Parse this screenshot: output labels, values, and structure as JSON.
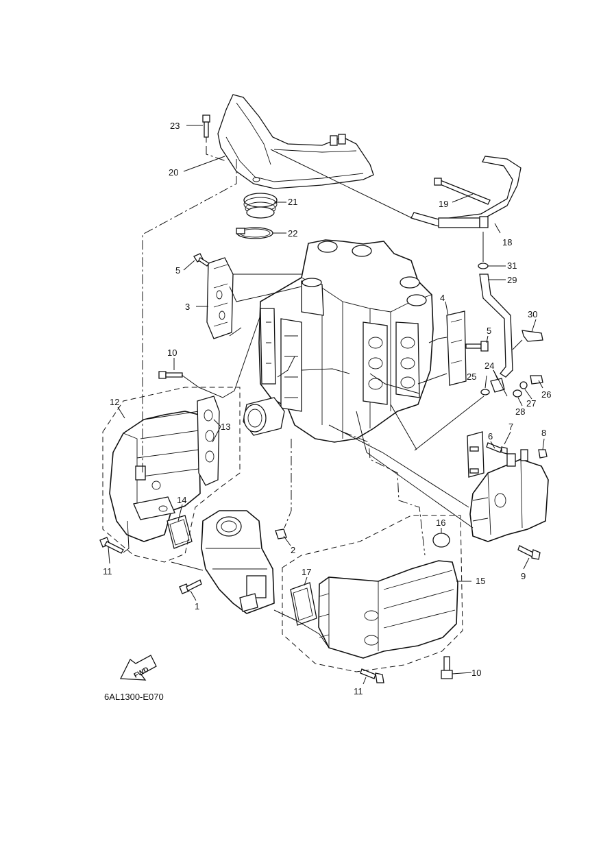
{
  "drawing_code": "6AL1300-E070",
  "fwd_label": "FWD",
  "callouts": [
    {
      "id": "c1",
      "text": "1"
    },
    {
      "id": "c2",
      "text": "2"
    },
    {
      "id": "c3",
      "text": "3"
    },
    {
      "id": "c4",
      "text": "4"
    },
    {
      "id": "c5a",
      "text": "5"
    },
    {
      "id": "c5b",
      "text": "5"
    },
    {
      "id": "c6",
      "text": "6"
    },
    {
      "id": "c7",
      "text": "7"
    },
    {
      "id": "c8",
      "text": "8"
    },
    {
      "id": "c9",
      "text": "9"
    },
    {
      "id": "c10a",
      "text": "10"
    },
    {
      "id": "c10b",
      "text": "10"
    },
    {
      "id": "c11a",
      "text": "11"
    },
    {
      "id": "c11b",
      "text": "11"
    },
    {
      "id": "c12",
      "text": "12"
    },
    {
      "id": "c13",
      "text": "13"
    },
    {
      "id": "c14",
      "text": "14"
    },
    {
      "id": "c15",
      "text": "15"
    },
    {
      "id": "c16",
      "text": "16"
    },
    {
      "id": "c17",
      "text": "17"
    },
    {
      "id": "c18",
      "text": "18"
    },
    {
      "id": "c19",
      "text": "19"
    },
    {
      "id": "c20",
      "text": "20"
    },
    {
      "id": "c21",
      "text": "21"
    },
    {
      "id": "c22",
      "text": "22"
    },
    {
      "id": "c23",
      "text": "23"
    },
    {
      "id": "c24",
      "text": "24"
    },
    {
      "id": "c25",
      "text": "25"
    },
    {
      "id": "c26",
      "text": "26"
    },
    {
      "id": "c27",
      "text": "27"
    },
    {
      "id": "c28",
      "text": "28"
    },
    {
      "id": "c29",
      "text": "29"
    },
    {
      "id": "c30",
      "text": "30"
    },
    {
      "id": "c31",
      "text": "31"
    }
  ]
}
